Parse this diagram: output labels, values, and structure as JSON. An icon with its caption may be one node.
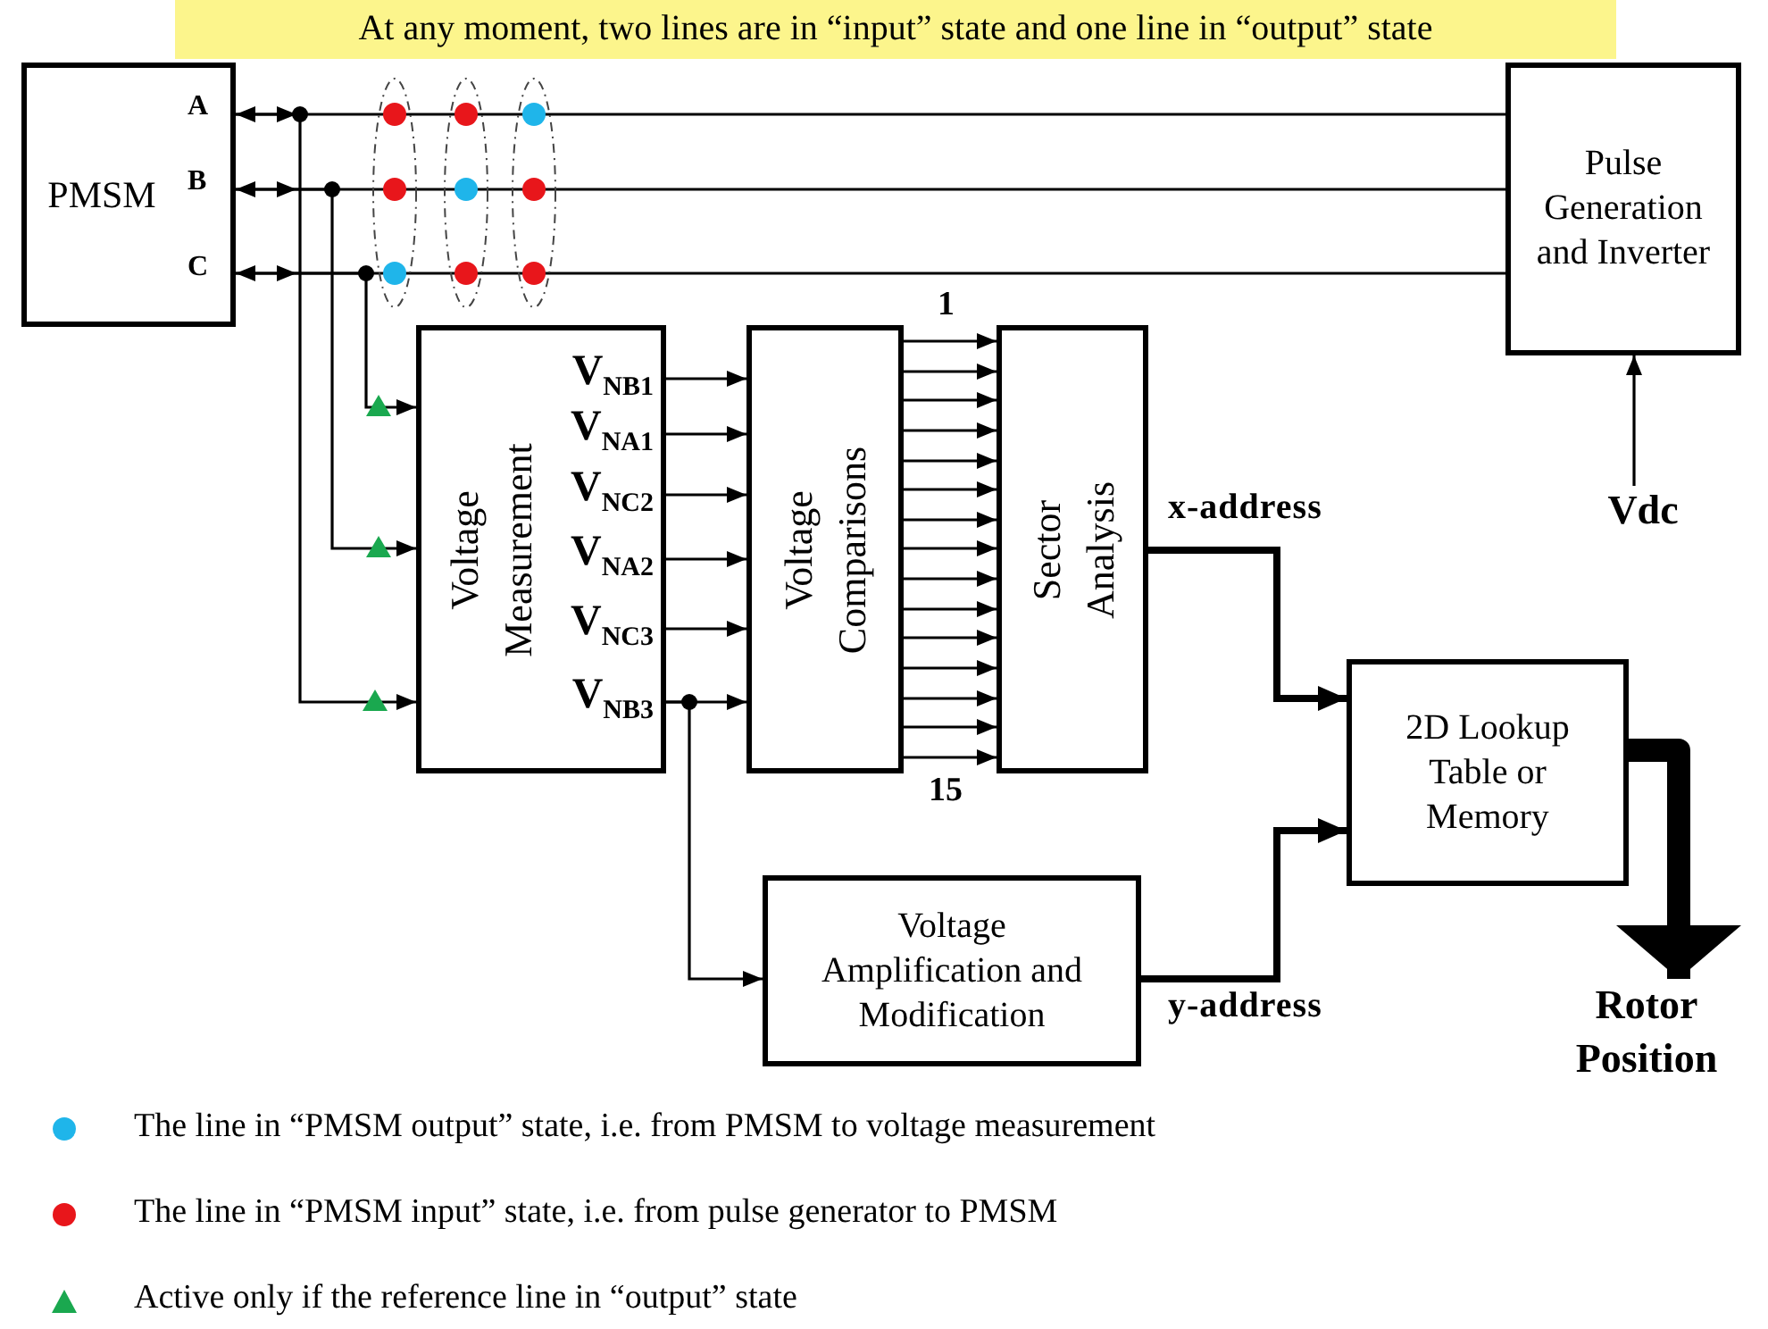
{
  "diagram": {
    "title": "At any moment, two lines are in “input” state and one line in “output” state",
    "nodes": [
      {
        "text": [
          "PMSM"
        ]
      },
      {
        "text": [
          "Pulse Generation and Inverter"
        ]
      },
      {
        "text": [
          "Voltage Measurement",
          "V$_{NB1}$",
          "V$_{NA1}$",
          "V$_{NC2}$",
          "V$_{NA2}$",
          "V$_{NC3}$",
          "V$_{NB3}$"
        ]
      },
      {
        "text": [
          "Voltage Comparisons"
        ]
      },
      {
        "text": [
          "Sector Analysis"
        ]
      },
      {
        "text": [
          "2D Lookup Table or Memory"
        ]
      },
      {
        "text": [
          "Voltage Amplification and Modification"
        ]
      },
      {
        "text": [
          "Vdc"
        ]
      },
      {
        "text": [
          "Rotor Position"
        ]
      }
    ],
    "edges": [
      {
        "from": 1,
        "to": 0,
        "arrow": "to"
      },
      {
        "from": 1,
        "to": 0,
        "arrow": "to"
      },
      {
        "from": 1,
        "to": 0,
        "arrow": "to"
      },
      {
        "from": 0,
        "to": 2,
        "arrow": "to"
      },
      {
        "from": 0,
        "to": 2,
        "arrow": "to"
      },
      {
        "from": 0,
        "to": 2,
        "arrow": "to"
      },
      {
        "from": 2,
        "to": 3,
        "arrow": "to"
      },
      {
        "from": 2,
        "to": 3,
        "arrow": "to"
      },
      {
        "from": 2,
        "to": 3,
        "arrow": "to"
      },
      {
        "from": 2,
        "to": 3,
        "arrow": "to"
      },
      {
        "from": 2,
        "to": 3,
        "arrow": "to"
      },
      {
        "from": 2,
        "to": 3,
        "arrow": "to"
      },
      {
        "from": 3,
        "to": 4,
        "arrow": "to"
      },
      {
        "from": 3,
        "to": 4,
        "arrow": "to"
      },
      {
        "from": 3,
        "to": 4,
        "arrow": "to"
      },
      {
        "from": 3,
        "to": 4,
        "arrow": "to"
      },
      {
        "from": 3,
        "to": 4,
        "arrow": "to"
      },
      {
        "from": 3,
        "to": 4,
        "arrow": "to"
      },
      {
        "from": 3,
        "to": 4,
        "arrow": "to"
      },
      {
        "from": 3,
        "to": 4,
        "arrow": "to"
      },
      {
        "from": 3,
        "to": 4,
        "arrow": "to"
      },
      {
        "from": 3,
        "to": 4,
        "arrow": "to"
      },
      {
        "from": 3,
        "to": 4,
        "arrow": "to"
      },
      {
        "from": 3,
        "to": 4,
        "arrow": "to"
      },
      {
        "from": 3,
        "to": 4,
        "arrow": "to"
      },
      {
        "from": 3,
        "to": 4,
        "arrow": "to"
      },
      {
        "from": 3,
        "to": 4,
        "arrow": "to"
      },
      {
        "from": 4,
        "to": 5,
        "arrow": "to",
        "label": "x-address",
        "style": "thick"
      },
      {
        "from": 2,
        "to": 6,
        "arrow": "to"
      },
      {
        "from": 6,
        "to": 5,
        "arrow": "to",
        "label": "y-address",
        "style": "thick"
      },
      {
        "from": 7,
        "to": 1,
        "arrow": "to"
      },
      {
        "from": 5,
        "to": 8,
        "arrow": "to",
        "style": "thick"
      }
    ],
    "labels": [
      "A",
      "B",
      "C",
      "1",
      "15"
    ],
    "legend": [
      {
        "text": "The line in “PMSM output” state, i.e. from PMSM to voltage measurement",
        "color": "#1fb5ea"
      },
      {
        "text": "The line in “PMSM input” state, i.e. from pulse generator to PMSM",
        "color": "#e8161b"
      },
      {
        "text": "Active only if the reference line in “output” state"
      }
    ]
  }
}
